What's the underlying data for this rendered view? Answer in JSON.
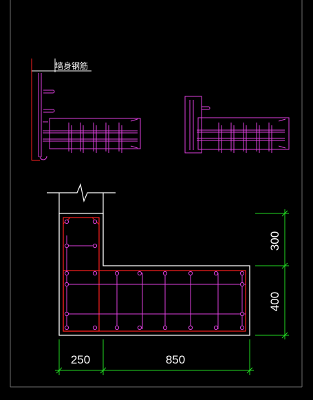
{
  "drawing": {
    "wall_label": "墙身钢筋",
    "dims": {
      "d300": "300",
      "d400": "400",
      "d250": "250",
      "d850": "850"
    }
  },
  "colors": {
    "background": "#000000",
    "frame": "#6f6f6f",
    "outline": "#ffffff",
    "rebar": "#e040e0",
    "stirrup_red": "#ff2020",
    "dimension": "#22dd22",
    "dim_text": "#ffffff"
  }
}
